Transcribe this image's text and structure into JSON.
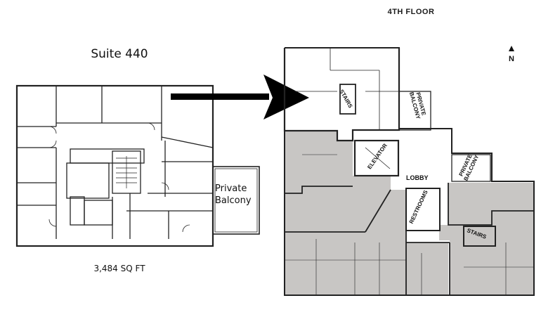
{
  "floor_title": "4TH FLOOR",
  "suite_title": "Suite 440",
  "square_footage": "3,484 SQ FT",
  "north_label": "N",
  "suite_plan": {
    "private_balcony_line1": "Private",
    "private_balcony_line2": "Balcony"
  },
  "floor_plan": {
    "labels": {
      "stairs_top": "STAIRS",
      "private_balcony_top_1": "PRIVATE",
      "private_balcony_top_2": "BALCONY",
      "elevator": "ELEVATOR",
      "private_balcony_mid_1": "PRIVATE",
      "private_balcony_mid_2": "BALCONY",
      "lobby": "LOBBY",
      "restrooms": "RESTROOMS",
      "stairs_bottom": "STAIRS"
    },
    "colors": {
      "leased_fill": "#c8c6c4",
      "wall": "#222222",
      "arrow": "#000000"
    }
  }
}
